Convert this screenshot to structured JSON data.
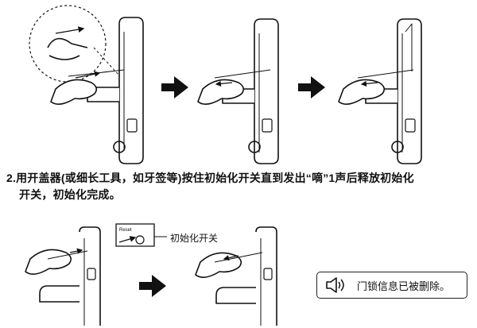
{
  "step": {
    "caption_line1": "2.用开盖器(或细长工具，如牙签等)按住初始化开关直到发出“嘀”1声后释放初始化",
    "caption_line2": "开关，初始化完成。"
  },
  "callout": {
    "button_tiny_label": "Reset",
    "label": "初始化开关"
  },
  "status_message": {
    "icon": "speaker-icon",
    "text": "门锁信息已被删除。"
  }
}
